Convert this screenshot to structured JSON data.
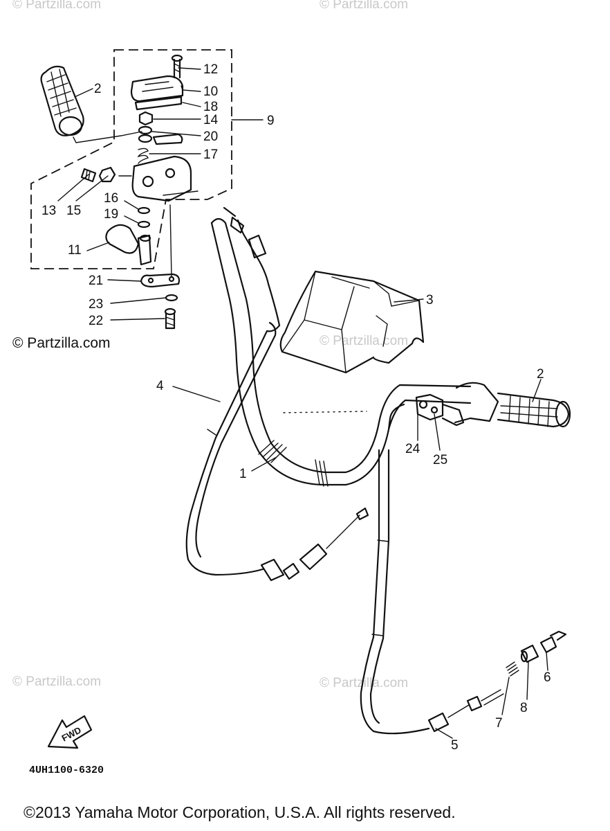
{
  "watermarks": {
    "top_left": "© Partzilla.com",
    "top_center": "© Partzilla.com",
    "mid_left": "© Partzilla.com",
    "mid_center": "© Partzilla.com",
    "low_left": "© Partzilla.com",
    "low_center": "© Partzilla.com"
  },
  "callouts": {
    "p1": "1",
    "p2a": "2",
    "p2b": "2",
    "p3": "3",
    "p4": "4",
    "p5": "5",
    "p6": "6",
    "p7": "7",
    "p8": "8",
    "p9": "9",
    "p10": "10",
    "p11": "11",
    "p12": "12",
    "p13": "13",
    "p14": "14",
    "p15": "15",
    "p16": "16",
    "p17": "17",
    "p18": "18",
    "p19": "19",
    "p20": "20",
    "p21": "21",
    "p22": "22",
    "p23": "23",
    "p24": "24",
    "p25": "25"
  },
  "fwd_label": "FWD",
  "diagram_code": "4UH1100-6320",
  "copyright": "©2013 Yamaha Motor Corporation, U.S.A. All rights reserved."
}
